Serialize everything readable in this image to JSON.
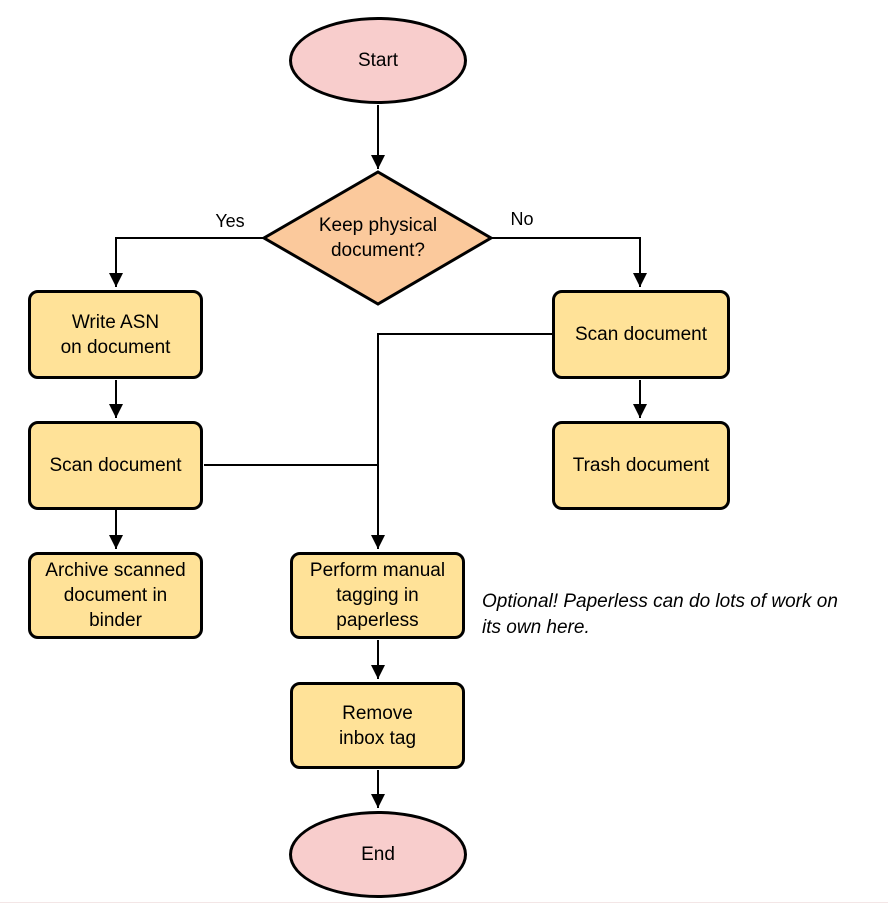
{
  "diagram": {
    "type": "flowchart",
    "nodes": {
      "start": {
        "shape": "terminator",
        "label": "Start"
      },
      "decision": {
        "shape": "decision",
        "label": "Keep physical\ndocument?"
      },
      "write_asn": {
        "shape": "process",
        "label": "Write ASN\non document"
      },
      "scan_left": {
        "shape": "process",
        "label": "Scan document"
      },
      "archive": {
        "shape": "process",
        "label": "Archive scanned\ndocument in\nbinder"
      },
      "scan_right": {
        "shape": "process",
        "label": "Scan document"
      },
      "trash": {
        "shape": "process",
        "label": "Trash document"
      },
      "tagging": {
        "shape": "process",
        "label": "Perform manual\ntagging in\npaperless"
      },
      "remove_inbox": {
        "shape": "process",
        "label": "Remove\ninbox tag"
      },
      "end": {
        "shape": "terminator",
        "label": "End"
      }
    },
    "edges": [
      {
        "from": "start",
        "to": "decision",
        "label": ""
      },
      {
        "from": "decision",
        "to": "write_asn",
        "label": "Yes"
      },
      {
        "from": "decision",
        "to": "scan_right",
        "label": "No"
      },
      {
        "from": "write_asn",
        "to": "scan_left",
        "label": ""
      },
      {
        "from": "scan_left",
        "to": "archive",
        "label": ""
      },
      {
        "from": "scan_right",
        "to": "trash",
        "label": ""
      },
      {
        "from": "scan_right",
        "to": "tagging",
        "label": ""
      },
      {
        "from": "scan_left",
        "to": "tagging",
        "label": ""
      },
      {
        "from": "tagging",
        "to": "remove_inbox",
        "label": ""
      },
      {
        "from": "remove_inbox",
        "to": "end",
        "label": ""
      }
    ],
    "edge_labels": {
      "yes": "Yes",
      "no": "No"
    },
    "annotation": "Optional! Paperless can do lots of work on\nits own here.",
    "colors": {
      "terminator_fill": "#F8CDCC",
      "decision_fill": "#FBC99C",
      "process_fill": "#FFE298",
      "stroke": "#000000",
      "text": "#000000"
    }
  }
}
